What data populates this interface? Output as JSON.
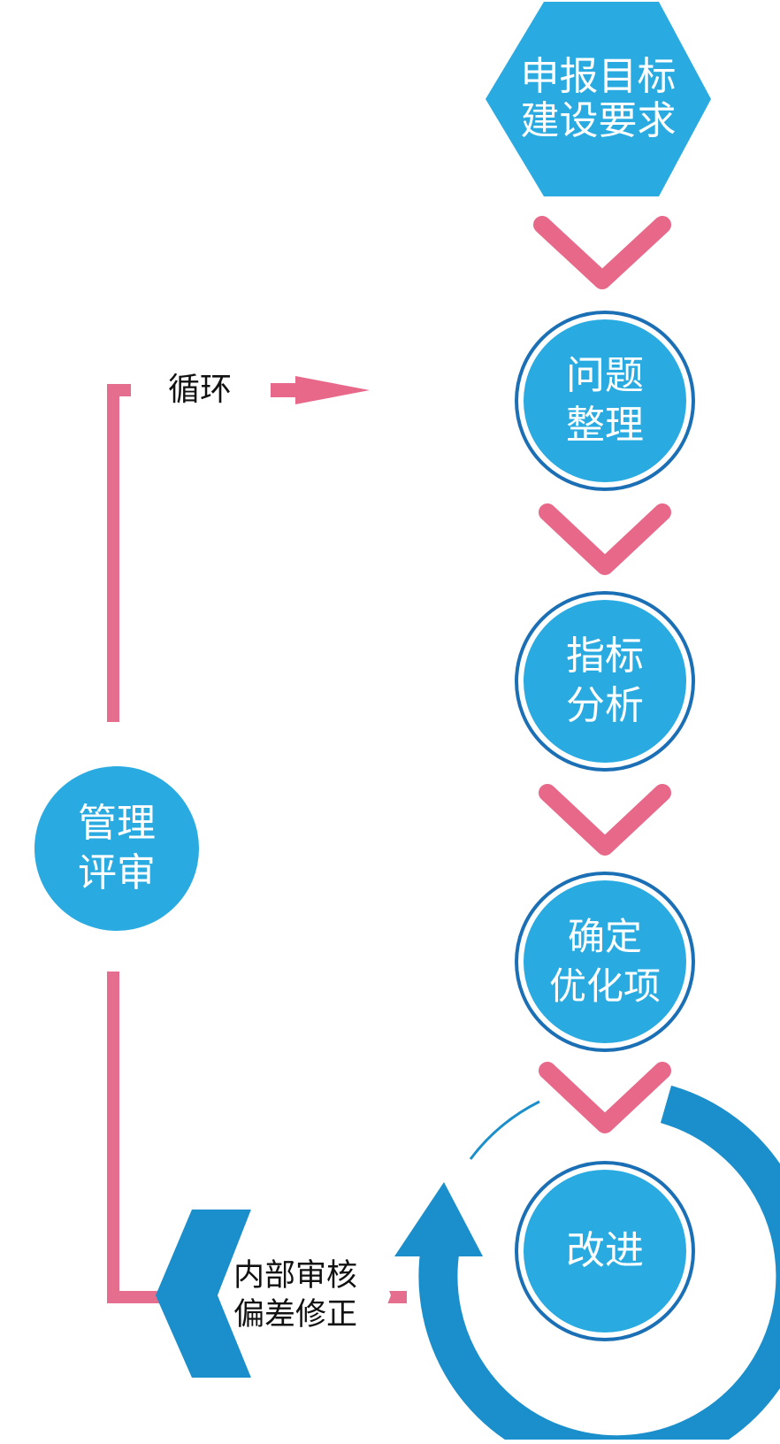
{
  "colors": {
    "node_fill": "#29ABE2",
    "node_ring": "#1B6FB5",
    "arc_blue": "#1A8FCB",
    "accent_pink": "#E8688A",
    "loop_pink": "#E56E8E"
  },
  "nodes": {
    "target": {
      "line1": "申报目标",
      "line2": "建设要求"
    },
    "issues": {
      "line1": "问题",
      "line2": "整理"
    },
    "analysis": {
      "line1": "指标",
      "line2": "分析"
    },
    "optimize": {
      "line1": "确定",
      "line2": "优化项"
    },
    "improve": {
      "line1": "改进"
    },
    "review": {
      "line1": "管理",
      "line2": "评审"
    },
    "audit": {
      "line1": "内部审核",
      "line2": "偏差修正"
    }
  },
  "loop": {
    "label": "循环"
  }
}
